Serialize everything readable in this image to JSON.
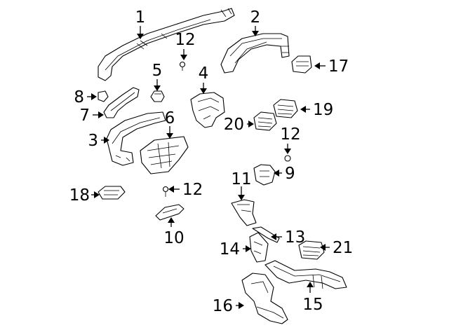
{
  "diagram": {
    "callouts": {
      "c1": "1",
      "c2": "2",
      "c3": "3",
      "c4": "4",
      "c5": "5",
      "c6": "6",
      "c7": "7",
      "c8": "8",
      "c9": "9",
      "c10": "10",
      "c11": "11",
      "c12a": "12",
      "c12b": "12",
      "c12c": "12",
      "c13": "13",
      "c14": "14",
      "c15": "15",
      "c16": "16",
      "c17": "17",
      "c18": "18",
      "c19": "19",
      "c20": "20",
      "c21": "21"
    }
  }
}
